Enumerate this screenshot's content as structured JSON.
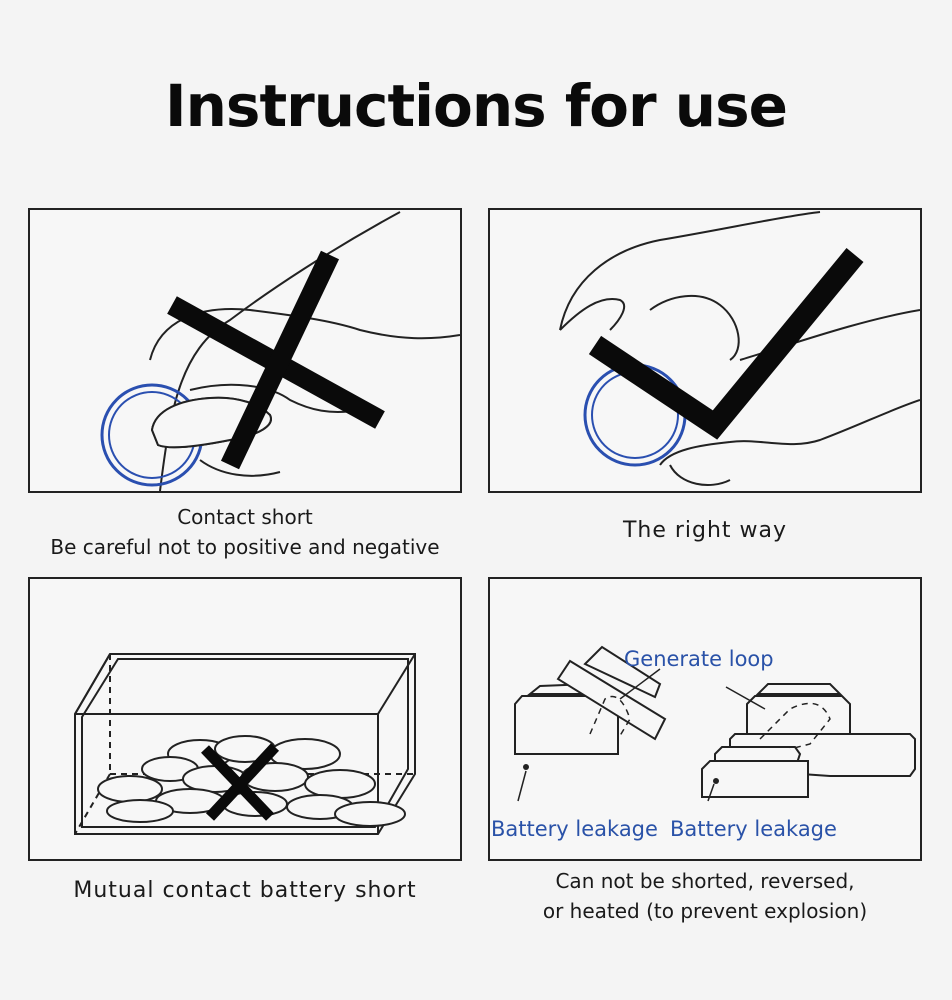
{
  "title": "Instructions for use",
  "panels": [
    {
      "caption_line1": "Contact short",
      "caption_line2": "Be careful not to positive and negative",
      "mark": "wrong"
    },
    {
      "caption": "The right way",
      "mark": "correct"
    },
    {
      "caption": "Mutual contact battery short",
      "mark": "wrong"
    },
    {
      "labels": {
        "loop": "Generate loop",
        "leak_left": "Battery leakage",
        "leak_right": "Battery leakage"
      },
      "caption_line1": "Can not be shorted, reversed,",
      "caption_line2": "or heated (to prevent explosion)"
    }
  ],
  "colors": {
    "ring": "#2a4fb0",
    "label": "#2a52a8",
    "mark": "#0a0a0a"
  }
}
